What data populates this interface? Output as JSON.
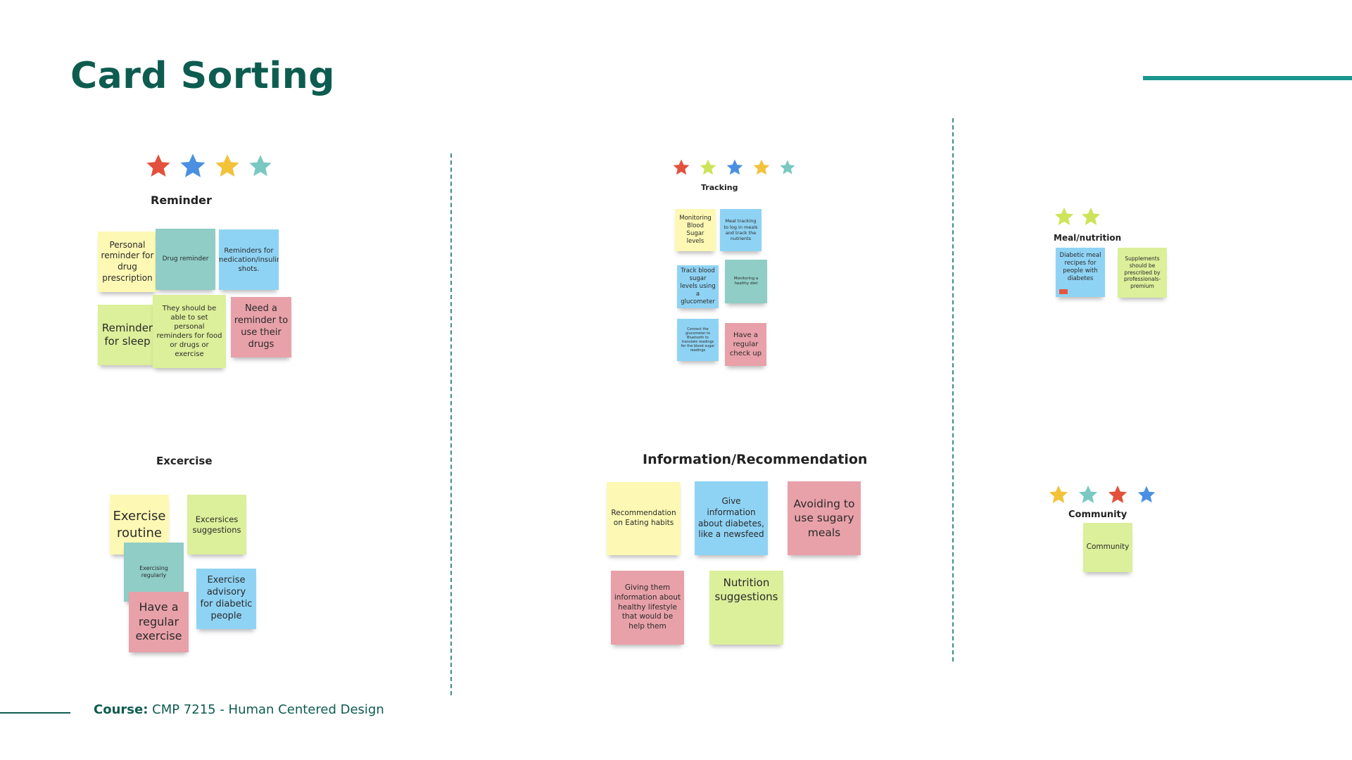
{
  "page": {
    "title": "Card Sorting",
    "footer": {
      "label": "Course:",
      "value": "CMP 7215 - Human Centered Design"
    }
  },
  "colors": {
    "red_star": "#e2513c",
    "blue_star": "#4a90e2",
    "yellow_star": "#f2c23a",
    "teal_star": "#7ac8c2",
    "green_star": "#cde45a",
    "brand": "#0d5c50",
    "accent": "#1a9690"
  },
  "groups": {
    "reminder": {
      "title": "Reminder",
      "stars": [
        "red-star-icon",
        "blue-star-icon",
        "yellow-star-icon",
        "teal-star-icon"
      ],
      "notes": [
        "Personal reminder for drug prescription",
        "Drug reminder",
        "Reminders for medication/insulin shots.",
        "Reminder for sleep",
        "They should be able to set personal reminders for food or drugs or exercise",
        "Need a reminder to use their drugs"
      ]
    },
    "tracking": {
      "title": "Tracking",
      "stars": [
        "red-star-icon",
        "green-star-icon",
        "blue-star-icon",
        "yellow-star-icon",
        "teal-star-icon"
      ],
      "notes": [
        "Monitoring Blood Sugar levels",
        "Meal tracking to log in meals and track the nutrients",
        "Track blood sugar levels using a glucometer",
        "Monitoring a healthy diet",
        "Connect the glucometer to Bluetooth to translate readings for the blood sugar readings",
        "Have a regular check up"
      ]
    },
    "meal": {
      "title": "Meal/nutrition",
      "stars": [
        "green-star-icon",
        "green-star-icon"
      ],
      "notes": [
        "Diabetic meal recipes for people with diabetes",
        "Supplements should be prescribed by professionals-premium"
      ]
    },
    "exercise": {
      "title": "Excercise",
      "notes": [
        "Exercise routine",
        "Excersices suggestions",
        "Exercising regularly",
        "Exercise advisory for diabetic people",
        "Have a regular exercise"
      ]
    },
    "information": {
      "title": "Information/Recommendation",
      "notes": [
        "Recommendation on Eating habits",
        "Give information about diabetes, like a newsfeed",
        "Avoiding to use sugary meals",
        "Giving them information about healthy lifestyle that would be help them",
        "Nutrition suggestions"
      ]
    },
    "community": {
      "title": "Community",
      "stars": [
        "yellow-star-icon",
        "teal-star-icon",
        "red-star-icon",
        "blue-star-icon"
      ],
      "notes": [
        "Community"
      ]
    }
  }
}
